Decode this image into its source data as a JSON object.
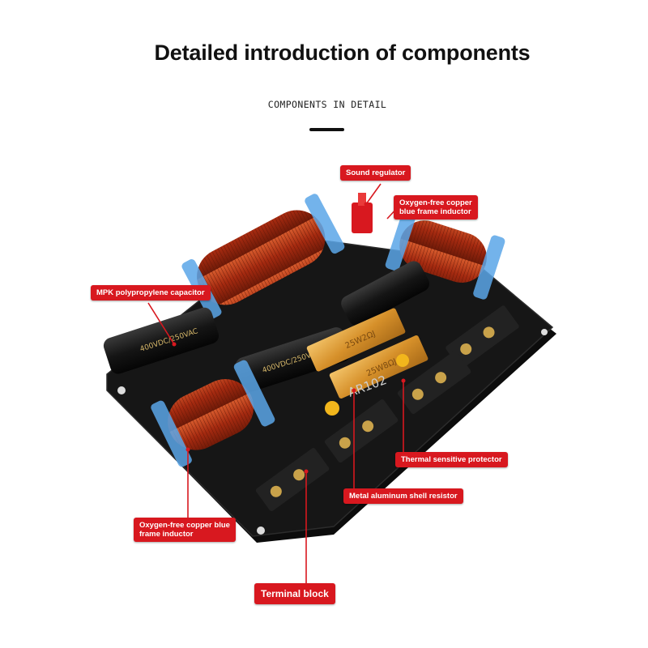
{
  "header": {
    "title": "Detailed introduction of components",
    "subtitle": "COMPONENTS IN DETAIL"
  },
  "labels": {
    "sound_regulator": "Sound regulator",
    "inductor_top": "Oxygen-free copper\nblue frame inductor",
    "capacitor": "MPK polypropylene capacitor",
    "thermal": "Thermal sensitive protector",
    "resistor": "Metal aluminum shell resistor",
    "inductor_bottom": "Oxygen-free copper blue\nframe inductor",
    "terminal": "Terminal block"
  },
  "colors": {
    "accent": "#d8181f",
    "board": "#121212",
    "copper": "#b33a17",
    "blue_frame": "#5aa6e8",
    "gold": "#e0a23a"
  }
}
